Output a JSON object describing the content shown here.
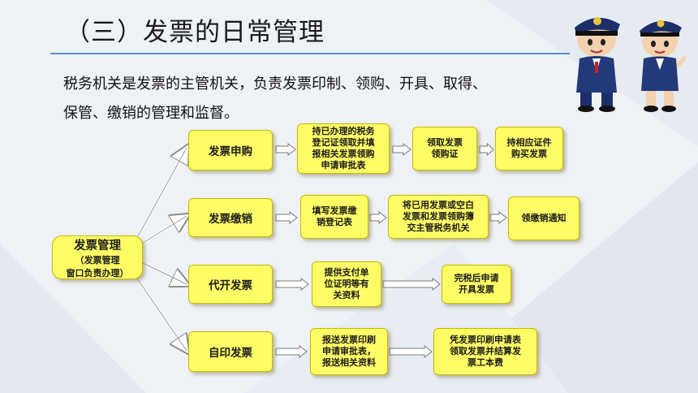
{
  "title": "（三）发票的日常管理",
  "intro_lines": [
    "税务机关是发票的主管机关，负责发票印制、领购、开具、取得、",
    "保管、缴销的管理和监督。"
  ],
  "main_node": {
    "label": "发票管理",
    "sub_lines": [
      "（发票管理",
      "窗口负责办理）"
    ]
  },
  "categories": [
    {
      "label": "发票申购",
      "steps": [
        "持已办理的税务\n登记证领取并填\n报相关发票领购\n申请审批表",
        "领取发票\n领购证",
        "持相应证件\n购买发票"
      ]
    },
    {
      "label": "发票缴销",
      "steps": [
        "填写发票缴\n销登记表",
        "将已用发票或空白\n发票和发票领购簿\n交主管税务机关",
        "领缴销通知"
      ]
    },
    {
      "label": "代开发票",
      "steps": [
        "提供支付单\n位证明等有\n关资料",
        "完税后申请\n开具发票"
      ]
    },
    {
      "label": "自印发票",
      "steps": [
        "报送发票印刷\n申请审批表，\n报送相关资料",
        "凭发票印刷申请表\n领取发票并结算发\n票工本费"
      ]
    }
  ],
  "colors": {
    "box_fill": "#fffd66",
    "arrow_fill": "#ffffff",
    "rule": "#5a8ed0"
  }
}
